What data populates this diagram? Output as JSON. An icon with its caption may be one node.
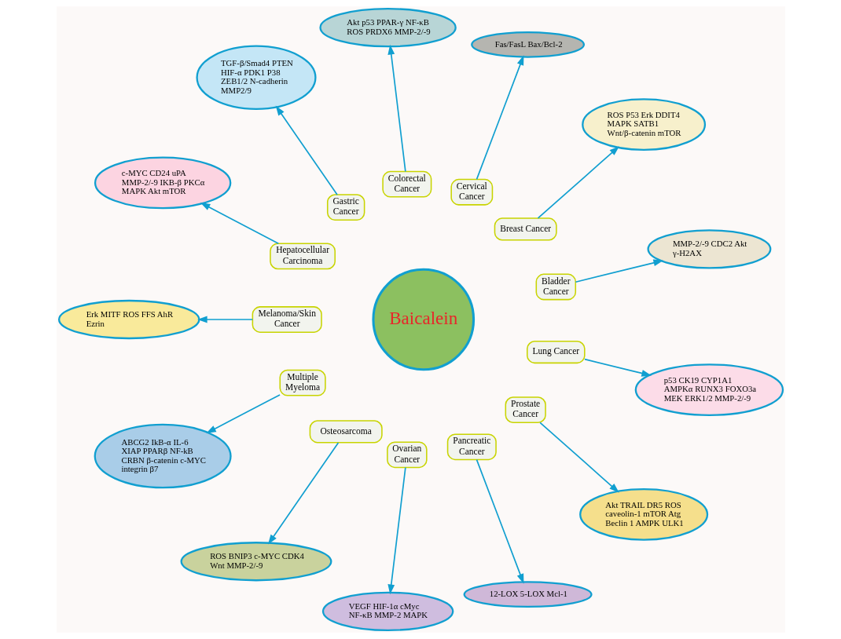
{
  "diagram": {
    "nodes": [
      {
        "text": [
          "Baicalein"
        ]
      },
      {
        "text": [
          "Bladder Cancer"
        ]
      },
      {
        "text": [
          "Breast Cancer"
        ]
      },
      {
        "text": [
          "Cervical Cancer"
        ]
      },
      {
        "text": [
          "Colorectal Cancer"
        ]
      },
      {
        "text": [
          "Gastric Cancer"
        ]
      },
      {
        "text": [
          "Hepatocellular Carcinoma"
        ]
      },
      {
        "text": [
          "Melanoma/Skin Cancer"
        ]
      },
      {
        "text": [
          "Multiple Myeloma"
        ]
      },
      {
        "text": [
          "Osteosarcoma"
        ]
      },
      {
        "text": [
          "Ovarian Cancer"
        ]
      },
      {
        "text": [
          "Pancreatic Cancer"
        ]
      },
      {
        "text": [
          "Prostate Cancer"
        ]
      },
      {
        "text": [
          "Lung Cancer"
        ]
      },
      {
        "text": [
          "MMP-2/-9 CDC2 Akt γ-H2AX"
        ]
      },
      {
        "text": [
          "ROS P53 Erk DDIT4 MAPK SATB1 Wnt/β-catenin mTOR"
        ]
      },
      {
        "text": [
          "Fas/FasL Bax/Bcl-2"
        ]
      },
      {
        "text": [
          "Akt p53 PPAR-γ NF-κB ROS PRDX6 MMP-2/-9"
        ]
      },
      {
        "text": [
          "TGF-β/Smad4 PTEN HIF-α PDK1 P38 ZEB1/2 N-cadherin MMP2/9"
        ]
      },
      {
        "text": [
          "c-MYC CD24 uPA MMP-2/-9 IKB-β PKCα MAPK Akt mTOR"
        ]
      },
      {
        "text": [
          "Erk MITF ROS FFS AhR Ezrin"
        ]
      },
      {
        "text": [
          "ABCG2 IkB-α IL-6 XIAP PPARβ NF-kB CRBN β-catenin c-MYC integrin β7"
        ]
      },
      {
        "text": [
          "ROS BNIP3 c-MYC CDK4 Wnt MMP-2/-9"
        ]
      },
      {
        "text": [
          "VEGF HIF-1α cMyc NF-κB MMP-2 MAPK"
        ]
      },
      {
        "text": [
          "12-LOX 5-LOX Mcl-1"
        ]
      },
      {
        "text": [
          "Akt TRAIL DR5 ROS caveolin-1 mTOR Atg Beclin 1 AMPK ULK1"
        ]
      },
      {
        "text": [
          "p53 CK19 CYP1A1 AMPKα RUNX3 FOXO3a MEK ERK1/2 MMP-2/-9"
        ]
      }
    ],
    "edges": [
      {
        "from": 1,
        "to": 14,
        "arrow": "to"
      },
      {
        "from": 2,
        "to": 15,
        "arrow": "to"
      },
      {
        "from": 3,
        "to": 16,
        "arrow": "to"
      },
      {
        "from": 4,
        "to": 17,
        "arrow": "to"
      },
      {
        "from": 5,
        "to": 18,
        "arrow": "to"
      },
      {
        "from": 6,
        "to": 19,
        "arrow": "to"
      },
      {
        "from": 7,
        "to": 20,
        "arrow": "to"
      },
      {
        "from": 8,
        "to": 21,
        "arrow": "to"
      },
      {
        "from": 9,
        "to": 22,
        "arrow": "to"
      },
      {
        "from": 10,
        "to": 23,
        "arrow": "to"
      },
      {
        "from": 11,
        "to": 24,
        "arrow": "to"
      },
      {
        "from": 12,
        "to": 25,
        "arrow": "to"
      },
      {
        "from": 13,
        "to": 26,
        "arrow": "to"
      }
    ]
  }
}
